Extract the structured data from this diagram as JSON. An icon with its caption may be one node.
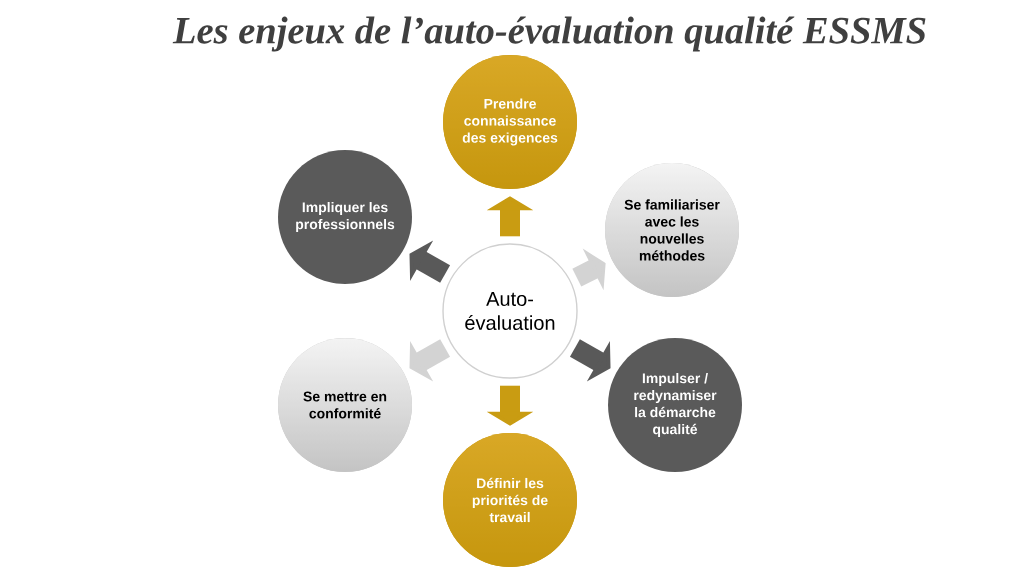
{
  "diagram": {
    "title": "Les enjeux de l’auto-évaluation qualité ESSMS",
    "nodes": [
      {
        "text": [
          "Auto-évaluation"
        ]
      },
      {
        "text": [
          "Prendre connaissance des exigences"
        ]
      },
      {
        "text": [
          "Se familiariser avec les nouvelles méthodes"
        ]
      },
      {
        "text": [
          "Impulser / redynamiser la démarche qualité"
        ]
      },
      {
        "text": [
          "Définir les priorités de travail"
        ]
      },
      {
        "text": [
          "Se mettre en conformité"
        ]
      },
      {
        "text": [
          "Impliquer les professionnels"
        ]
      }
    ],
    "edges": [
      {
        "from": 0,
        "to": 1,
        "arrow": "to",
        "color": "#c99c12"
      },
      {
        "from": 0,
        "to": 2,
        "arrow": "to",
        "color": "#d3d3d3"
      },
      {
        "from": 0,
        "to": 3,
        "arrow": "to",
        "color": "#595959"
      },
      {
        "from": 0,
        "to": 4,
        "arrow": "to",
        "color": "#c99c12"
      },
      {
        "from": 0,
        "to": 5,
        "arrow": "to",
        "color": "#d3d3d3"
      },
      {
        "from": 0,
        "to": 6,
        "arrow": "to",
        "color": "#595959"
      }
    ]
  }
}
